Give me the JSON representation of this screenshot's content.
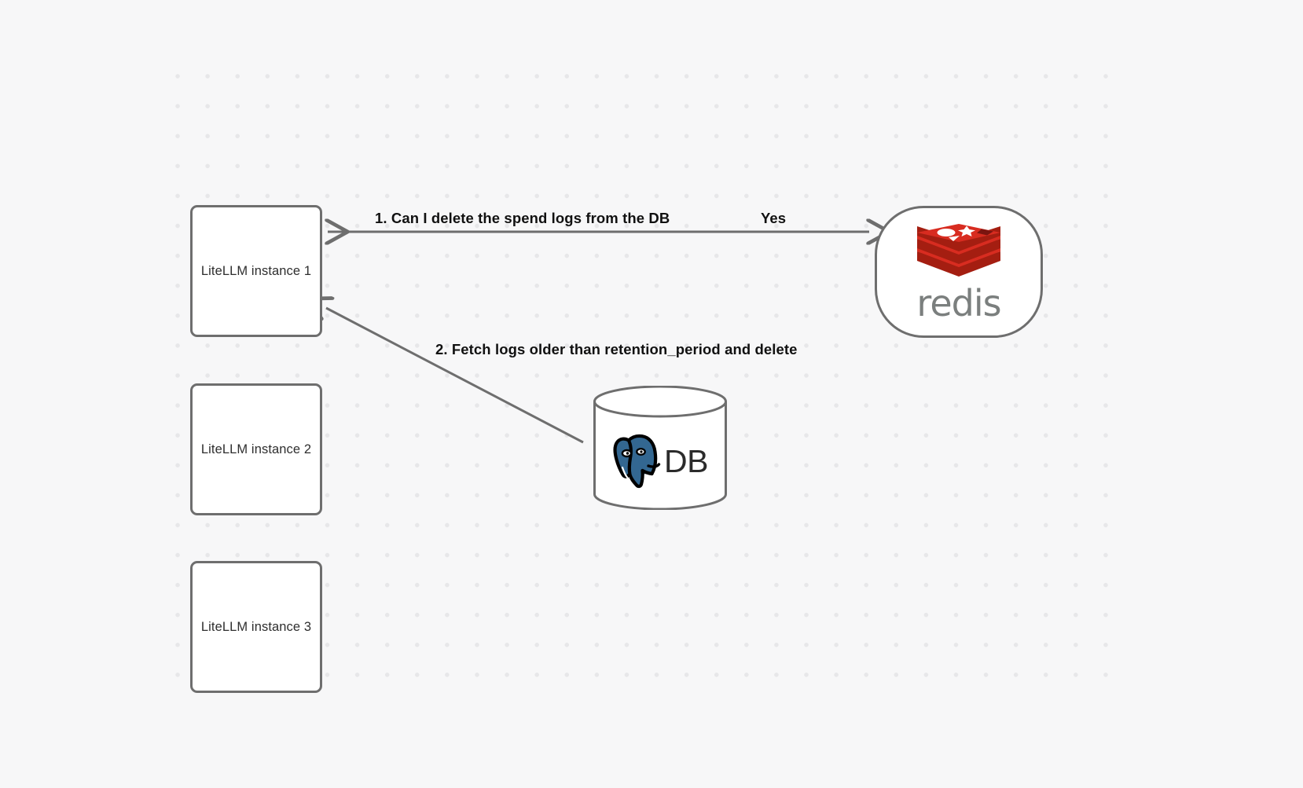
{
  "canvas": {
    "background_color": "#f7f7f8",
    "grid_dot_color": "#e7e7e9",
    "stroke_color": "#6e6e6e"
  },
  "nodes": {
    "instances": [
      {
        "id": "instance-1",
        "label": "LiteLLM instance 1"
      },
      {
        "id": "instance-2",
        "label": "LiteLLM instance 2"
      },
      {
        "id": "instance-3",
        "label": "LiteLLM instance 3"
      }
    ],
    "redis": {
      "wordmark": "redis",
      "logo_color": "#d22b1f",
      "wordmark_color": "#7b7f7e"
    },
    "database": {
      "label": "DB",
      "logo_color": "#336791"
    }
  },
  "edges": [
    {
      "id": "edge-1",
      "label": "1.  Can I delete the spend logs from the DB",
      "reply_label": "Yes",
      "from": "LiteLLM instance 1",
      "to": "redis",
      "direction": "bidirectional"
    },
    {
      "id": "edge-2",
      "label": "2.  Fetch logs older than retention_period and delete",
      "from": "DB",
      "to": "LiteLLM instance 1",
      "direction": "to-instance"
    }
  ]
}
